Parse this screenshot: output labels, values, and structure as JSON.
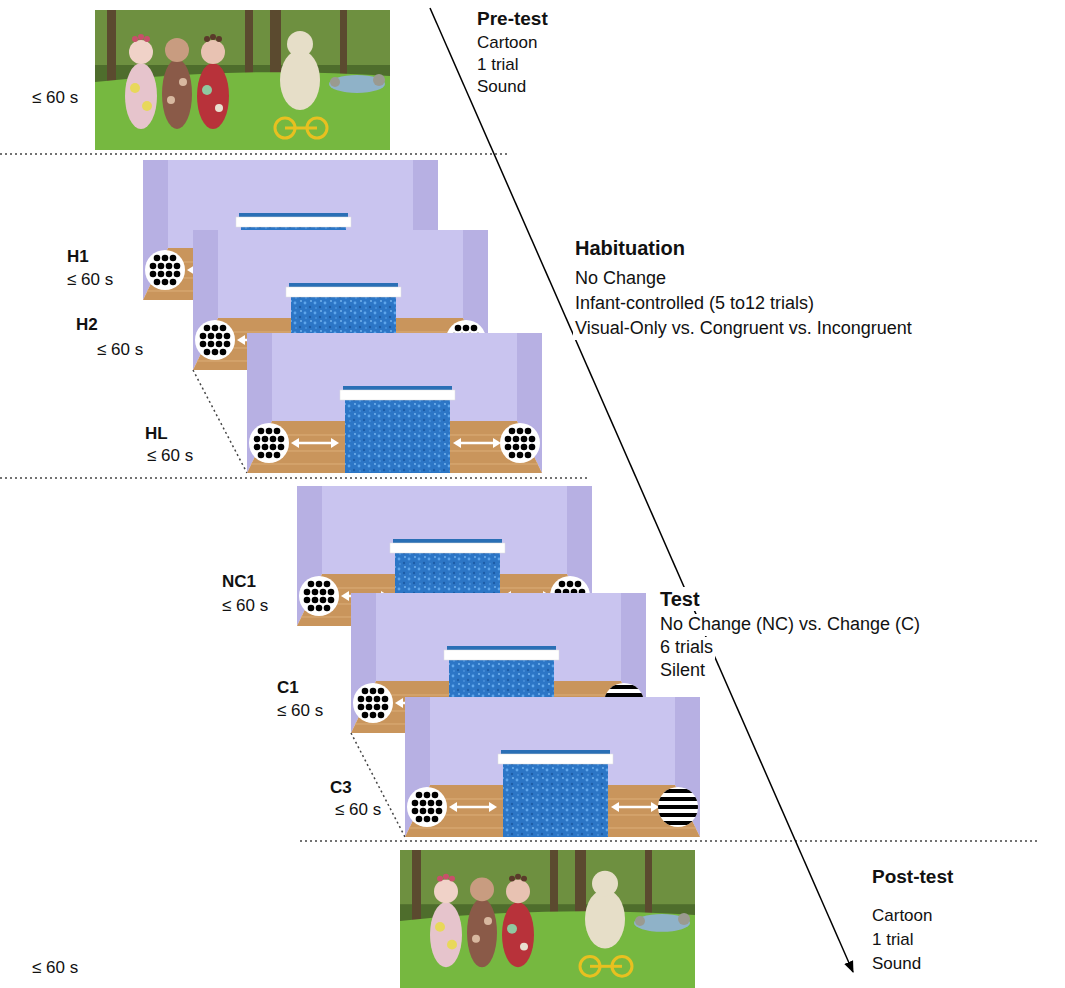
{
  "diagram": {
    "labels": [
      "≤ 60 s",
      "Pre-test",
      "Cartoon",
      "1 trial",
      "Sound",
      "H1",
      "≤ 60 s",
      "Habituation",
      "No Change",
      "Infant-controlled (5 to12 trials)",
      "Visual-Only vs. Congruent vs. Incongruent",
      "H2",
      "≤ 60 s",
      "HL",
      "≤ 60 s",
      "NC1",
      "≤ 60 s",
      "Test",
      "No Change (NC) vs. Change (C)",
      "6 trials",
      "Silent",
      "C1",
      "≤ 60 s",
      "C3",
      "≤ 60 s",
      "Post-test",
      "Cartoon",
      "1 trial",
      "Sound",
      "≤ 60 s"
    ]
  }
}
